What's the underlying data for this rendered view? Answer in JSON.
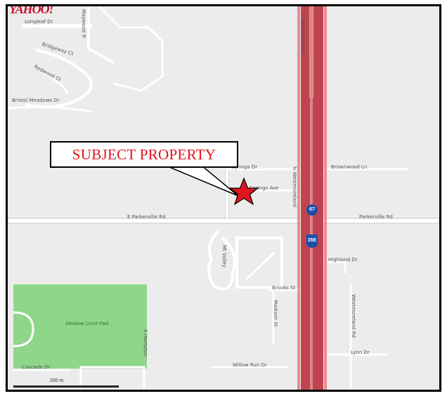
{
  "map": {
    "logo": "YAHOO!",
    "callout_label": "SUBJECT PROPERTY",
    "marker": "star-marker",
    "streets": {
      "longleaf_dr": "Longleaf Dr",
      "maywood_tr": "Maywood Tr",
      "bridge_ct": "Bridgeway Ct",
      "redwood_ct": "Redwood Ct",
      "bristol_meadows_dr": "Bristol Meadows Dr",
      "springs_ave": "Springs Ave",
      "syringa_dr": "Syringa Dr",
      "brownwood_ln": "Brownwood Ln",
      "w_parkerville_rd": "E Parkerville Rd",
      "e_parkerville_rd": "Parkerville Rd",
      "s_westmoreland": "S Westmoreland",
      "n_westmoreland": "N Westmoreland",
      "mt_valley": "Mt Valley",
      "brooks_st": "Brooks St",
      "madison_st": "Madison St",
      "highland_dr": "Highland Dr",
      "westmoreland_rd": "Westmoreland Rd",
      "lynn_dr": "Lynn Dr",
      "willow_run_dr": "Willow Run Dr",
      "cascade_dr": "Cascade Dr",
      "s_hampton": "S Hampton"
    },
    "park_label": "Meadow Crest Park",
    "highway_shield_top": "67",
    "highway_shield_bottom": "35E",
    "scale_label": "200 m"
  },
  "colors": {
    "background": "#ececec",
    "highway": "#c0444f",
    "highway_edge": "#f0a94a",
    "street": "#ffffff",
    "street_edge": "#c9c9c9",
    "park": "#8fd68a",
    "callout_text": "#e0141e",
    "star": "#e0141e"
  }
}
